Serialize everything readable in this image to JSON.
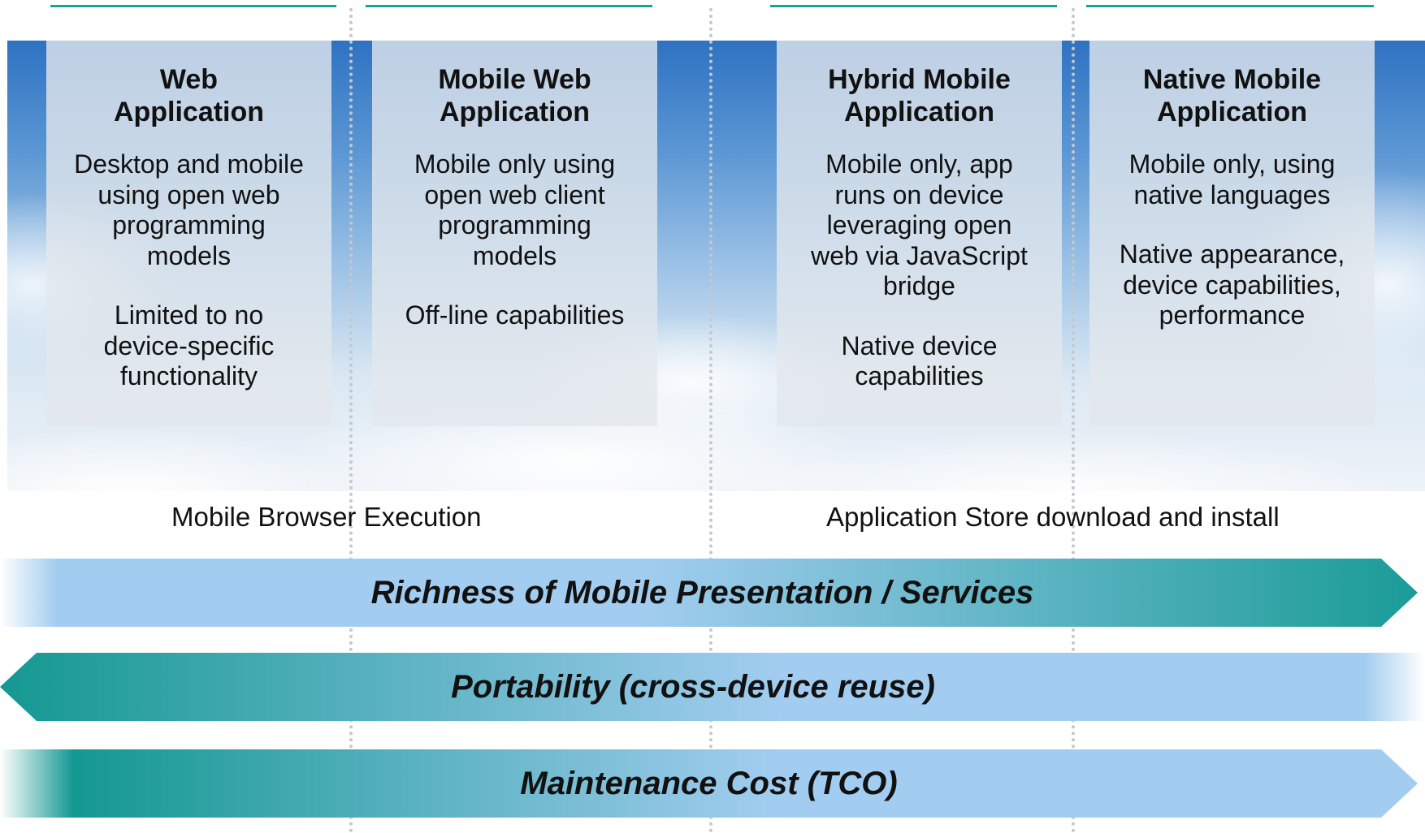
{
  "columns": [
    {
      "title": "Web\nApplication",
      "text1": "Desktop and mobile\nusing open web\nprogramming\nmodels",
      "text2": "Limited to no\ndevice-specific\nfunctionality"
    },
    {
      "title": "Mobile Web\nApplication",
      "text1": "Mobile only using\nopen web client\nprogramming\nmodels",
      "text2": "Off-line capabilities"
    },
    {
      "title": "Hybrid Mobile\nApplication",
      "text1": "Mobile only, app\nruns on device\nleveraging open\nweb via JavaScript\nbridge",
      "text2": "Native device\ncapabilities"
    },
    {
      "title": "Native Mobile\nApplication",
      "text1": "Mobile only, using\nnative languages",
      "text2": "Native appearance,\ndevice capabilities,\nperformance"
    }
  ],
  "labels": {
    "browser": "Mobile Browser Execution",
    "store": "Application Store download and install"
  },
  "bars": {
    "richness": "Richness of Mobile Presentation / Services",
    "portability": "Portability (cross-device reuse)",
    "maintenance": "Maintenance Cost (TCO)"
  },
  "colors": {
    "teal": "#16a39a",
    "light_blue": "#a3cdf0"
  }
}
